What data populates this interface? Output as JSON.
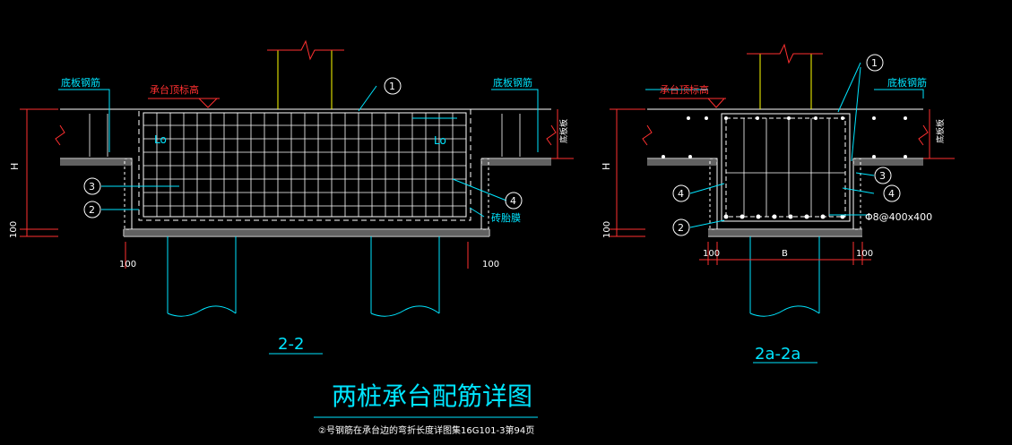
{
  "title": "两桩承台配筋详图",
  "note": "②号钢筋在承台边的弯折长度详图集16G101-3第94页",
  "colors": {
    "background": "#000000",
    "lines": "#ffffff",
    "leaders": "#00e5ff",
    "dimensions": "#ff3030",
    "columns": "#ffff00",
    "labels_cyan": "#00e5ff",
    "labels_red": "#ff3030"
  },
  "left_section": {
    "caption": "2-2",
    "label_floor_rebar_left": "底板钢筋",
    "label_floor_rebar_right": "底板钢筋",
    "label_cap_top": "承台顶标高",
    "label_lo_left": "Lo",
    "label_lo_right": "Lo",
    "label_brick": "砖胎膜",
    "dim_h": "H",
    "dim_100_vertical": "100",
    "dim_100_left": "100",
    "dim_100_right": "100",
    "callouts": [
      "1",
      "2",
      "3",
      "4"
    ],
    "side_tag": "底板板"
  },
  "right_section": {
    "caption": "2a-2a",
    "label_cap_top": "承台顶标高",
    "label_floor_rebar": "底板钢筋",
    "label_stirrup": "Φ8@400x400",
    "dim_h": "H",
    "dim_100_vertical": "100",
    "dim_100_left": "100",
    "dim_b": "B",
    "dim_100_right": "100",
    "callouts": [
      "1",
      "2",
      "3",
      "4",
      "4"
    ],
    "side_tag": "底板板"
  }
}
